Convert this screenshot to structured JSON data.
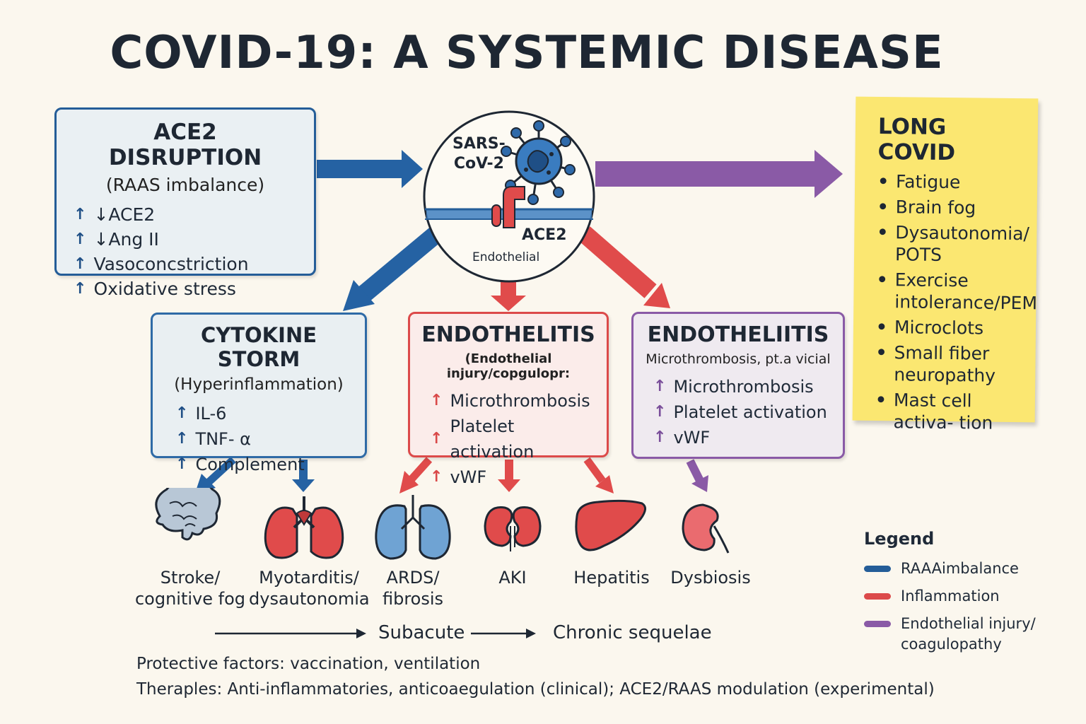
{
  "title": "COVID-19: A SYSTEMIC DISEASE",
  "colors": {
    "raas_blue": "#245d98",
    "inflammation_red": "#dc4a4a",
    "endothelial_purple": "#8a5aa6",
    "long_covid_yellow": "#fbe771",
    "background": "#fbf7ee"
  },
  "center": {
    "virus_label": "SARS-\nCoV-2",
    "receptor_label": "ACE2",
    "cell_label": "Endothelial"
  },
  "ace2_box": {
    "title": "ACE2 DISRUPTION",
    "subtitle": "(RAAS imbalance)",
    "items": [
      "↓ACE2",
      "↓Ang II",
      "Vasoconcstriction",
      "Oxidative stress"
    ]
  },
  "cytokine_box": {
    "title": "CYTOKINE STORM",
    "subtitle": "(Hyperinflammation)",
    "items": [
      "IL-6",
      "TNF- α",
      "Complement"
    ]
  },
  "endothelitis_box": {
    "title": "ENDOTHELITIS",
    "subtitle": "(Endothelial injury/copgulopr:",
    "items": [
      "Microthrombosis",
      "Platelet activation",
      "vWF"
    ]
  },
  "endotheliitis_box": {
    "title": "ENDOTHELIITIS",
    "subtitle": "Microthrombosis, pt.a vicial",
    "items": [
      "Microthrombosis",
      "Platelet activation",
      "vWF"
    ]
  },
  "long_covid": {
    "title": "LONG COVID",
    "items": [
      "Fatigue",
      "Brain fog",
      "Dysautonomia/ POTS",
      "Exercise intolerance/PEM",
      "Microclots",
      "Small fiber neuropathy",
      "Mast cell activa- tion"
    ]
  },
  "organs": [
    {
      "icon": "brain-icon",
      "label": "Stroke/\ncognitive fog"
    },
    {
      "icon": "heart-lungs-icon",
      "label": "Myotarditis/\ndysautonomia"
    },
    {
      "icon": "lungs-icon",
      "label": "ARDS/\nfibrosis"
    },
    {
      "icon": "kidney-icon",
      "label": "AKI"
    },
    {
      "icon": "liver-icon",
      "label": "Hepatitis"
    },
    {
      "icon": "kidney-icon",
      "label": "Dysbiosis"
    }
  ],
  "timeline": {
    "stage1": "Subacute",
    "stage2": "Chronic sequelae"
  },
  "footer": {
    "protective": "Protective factors: vaccination, ventilation",
    "therapies": "Theraples: Anti-inflammatories, anticoaegulation (clinical); ACE2/RAAS modulation (experimental)"
  },
  "legend": {
    "title": "Legend",
    "items": [
      {
        "label": "RAAAimbalance",
        "color": "#245d98"
      },
      {
        "label": "Inflammation",
        "color": "#dc4a4a"
      },
      {
        "label": "Endothelial injury/ coagulopathy",
        "color": "#8a5aa6"
      }
    ]
  }
}
